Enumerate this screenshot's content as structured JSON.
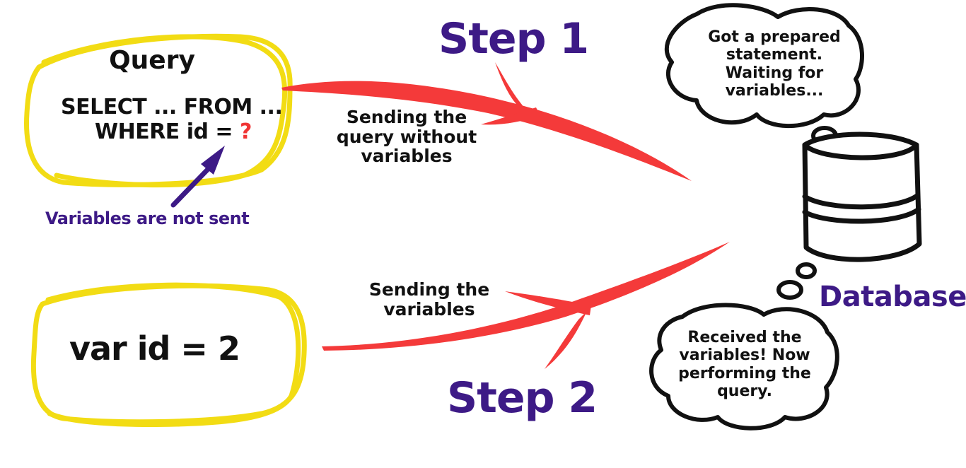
{
  "query_box": {
    "title": "Query",
    "line1": "SELECT ... FROM ...",
    "line2_prefix": "WHERE id = ",
    "placeholder": "?",
    "note": "Variables are not sent"
  },
  "variable_box": {
    "code": "var id = 2"
  },
  "step1": {
    "label": "Step 1",
    "description": "Sending the query without variables"
  },
  "step2": {
    "label": "Step 2",
    "description": "Sending the variables"
  },
  "database": {
    "label": "Database",
    "thought_before": "Got a prepared statement. Waiting for variables...",
    "thought_after": "Received the variables! Now performing the query."
  },
  "colors": {
    "frame_yellow": "#f2dc14",
    "arrow_red": "#f43a3a",
    "step_purple": "#3d1a86",
    "ink_black": "#111111"
  }
}
